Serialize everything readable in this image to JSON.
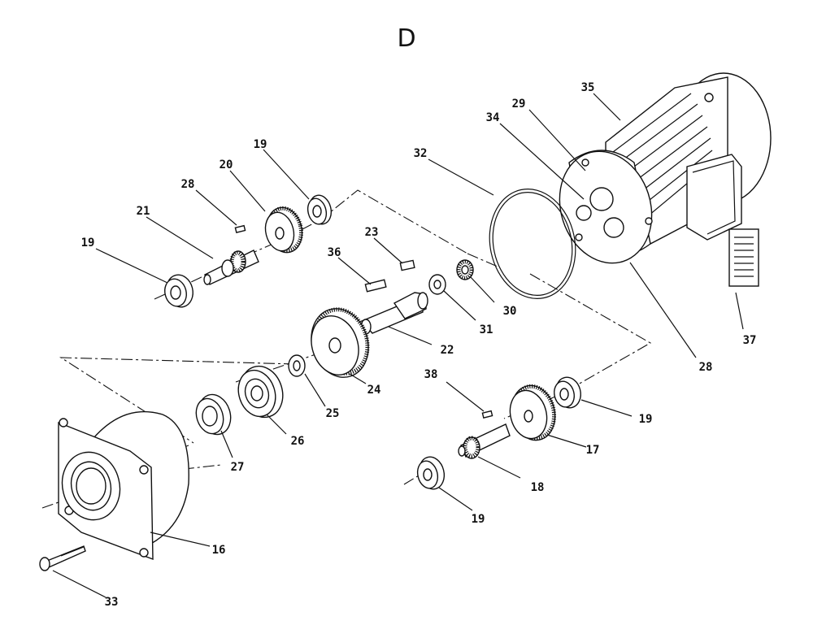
{
  "title": "D",
  "callouts": [
    {
      "id": "c35",
      "text": "35"
    },
    {
      "id": "c29",
      "text": "29"
    },
    {
      "id": "c34",
      "text": "34"
    },
    {
      "id": "c32",
      "text": "32"
    },
    {
      "id": "c19a",
      "text": "19"
    },
    {
      "id": "c20",
      "text": "20"
    },
    {
      "id": "c28a",
      "text": "28"
    },
    {
      "id": "c21",
      "text": "21"
    },
    {
      "id": "c19b",
      "text": "19"
    },
    {
      "id": "c23",
      "text": "23"
    },
    {
      "id": "c36",
      "text": "36"
    },
    {
      "id": "c30",
      "text": "30"
    },
    {
      "id": "c31",
      "text": "31"
    },
    {
      "id": "c22",
      "text": "22"
    },
    {
      "id": "c37",
      "text": "37"
    },
    {
      "id": "c28b",
      "text": "28"
    },
    {
      "id": "c24",
      "text": "24"
    },
    {
      "id": "c25",
      "text": "25"
    },
    {
      "id": "c26",
      "text": "26"
    },
    {
      "id": "c27",
      "text": "27"
    },
    {
      "id": "c38",
      "text": "38"
    },
    {
      "id": "c19c",
      "text": "19"
    },
    {
      "id": "c17",
      "text": "17"
    },
    {
      "id": "c18",
      "text": "18"
    },
    {
      "id": "c19d",
      "text": "19"
    },
    {
      "id": "c16",
      "text": "16"
    },
    {
      "id": "c33",
      "text": "33"
    }
  ]
}
